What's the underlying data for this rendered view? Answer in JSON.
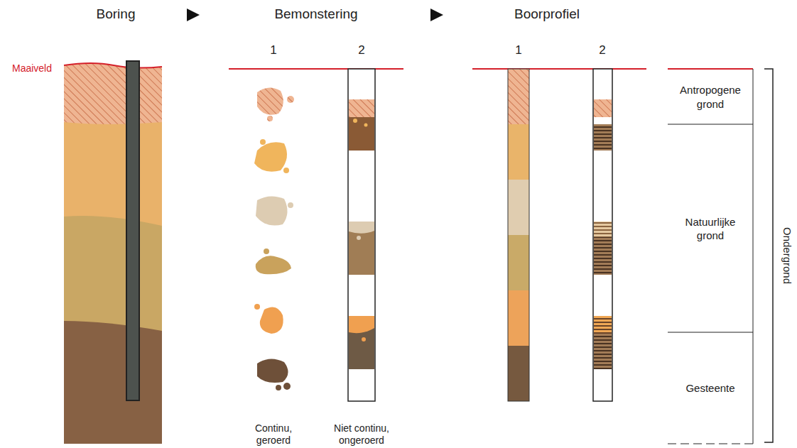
{
  "diagram": {
    "nodes": [
      {
        "text": [
          "Antropogene grond"
        ]
      },
      {
        "text": [
          "Natuurlijke grond"
        ]
      },
      {
        "text": [
          "Gesteente"
        ]
      }
    ],
    "labels": [
      "Maaiveld",
      "Boring",
      "Bemonstering",
      "Boorprofiel",
      "1",
      "2",
      "1",
      "2",
      "Continu, geroerd",
      "Niet continu, ongeroerd",
      "Ondergrond"
    ]
  }
}
